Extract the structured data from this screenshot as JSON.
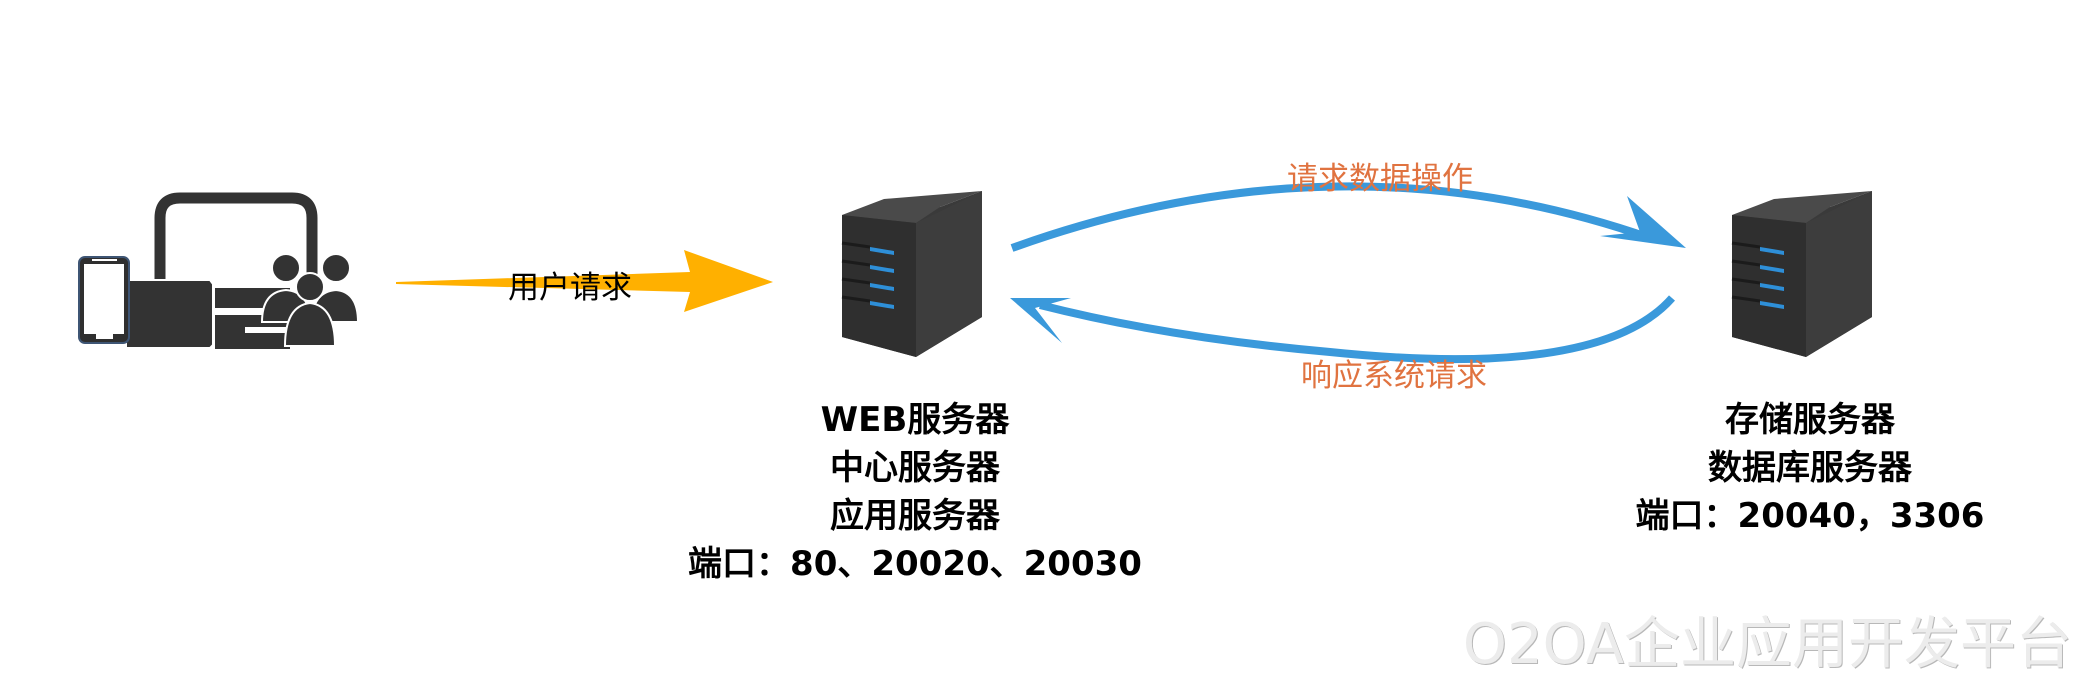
{
  "diagram": {
    "client": {
      "icon": "devices-and-users-icon",
      "arrow_label": "用户请求",
      "arrow_color": "#FFB000"
    },
    "web_server": {
      "icon": "server-tower-icon",
      "lines": [
        "WEB服务器",
        "中心服务器",
        "应用服务器",
        "端口：80、20020、20030"
      ]
    },
    "storage_server": {
      "icon": "server-tower-icon",
      "lines": [
        "存储服务器",
        "数据库服务器",
        "端口：20040，3306"
      ]
    },
    "flows": {
      "request_label": "请求数据操作",
      "response_label": "响应系统请求",
      "arrow_color": "#3A99DB",
      "label_color": "#E07340"
    },
    "watermark": "O2OA企业应用开发平台"
  }
}
